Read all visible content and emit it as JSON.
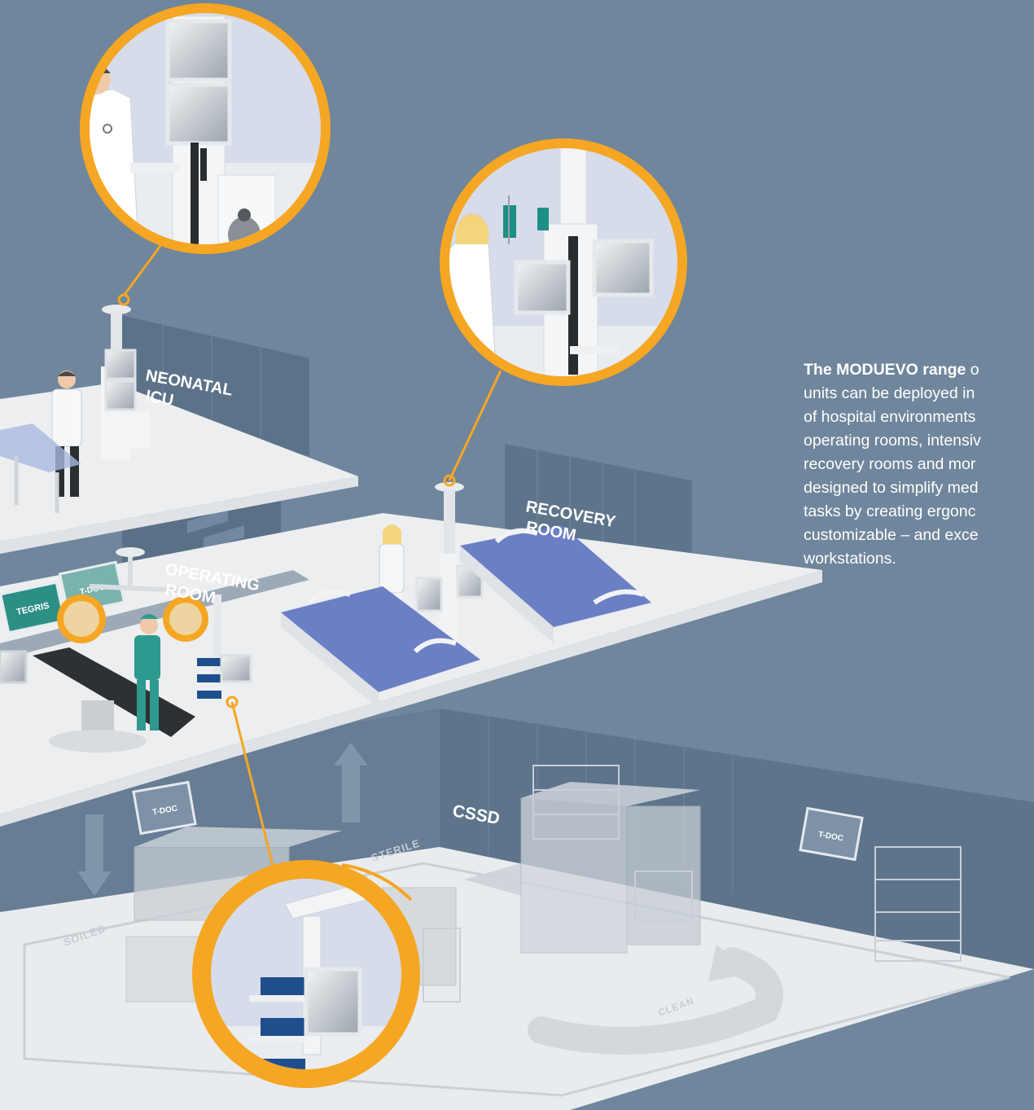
{
  "rooms": {
    "neonatal_icu": [
      "NEONATAL",
      "ICU"
    ],
    "recovery_room": [
      "RECOVERY",
      "ROOM"
    ],
    "operating_room": [
      "OPERATING",
      "ROOM"
    ],
    "cssd": "CSSD"
  },
  "signs": {
    "tegris": "TEGRIS",
    "tdoc_operating": "T-DOC",
    "tdoc_cssd_left": "T-DOC",
    "tdoc_cssd_right": "T-DOC"
  },
  "zones": {
    "soiled": "SOILED",
    "sterile": "STERILE",
    "clean": "CLEAN"
  },
  "intro": {
    "bold": "The MODUEVO range",
    "first_rest": " o",
    "lines": [
      "units can be deployed in",
      "of hospital environments",
      "operating rooms, intensiv",
      "recovery rooms and mor",
      "designed to simplify med",
      "tasks by creating ergonc",
      "customizable – and exce",
      "workstations."
    ]
  },
  "colors": {
    "background": "#6f869c",
    "accent_ring": "#f5a623",
    "floor": "#eef0f2",
    "wall": "#5b7189",
    "sign_teal": "#2c8f86"
  }
}
